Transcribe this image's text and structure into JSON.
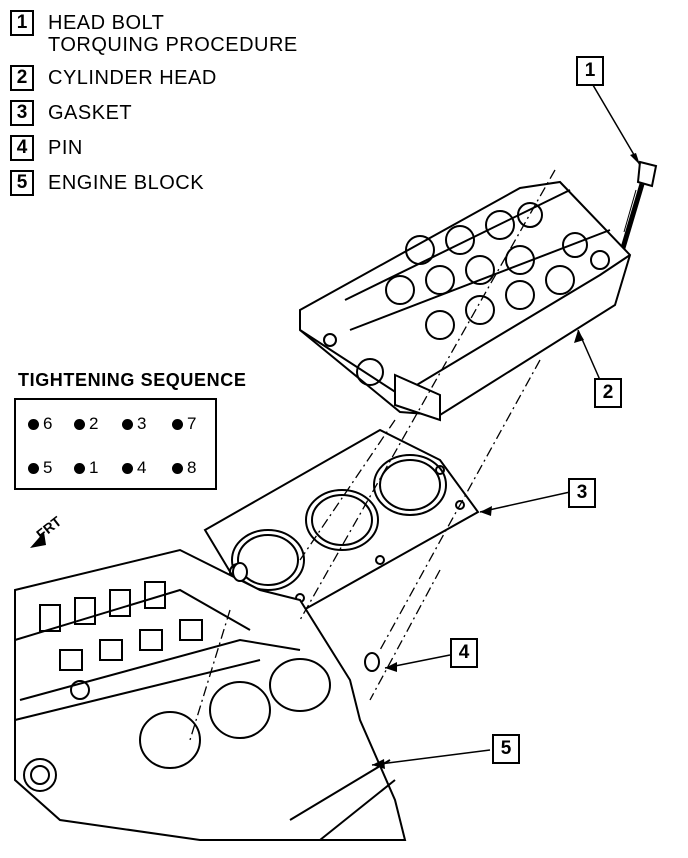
{
  "legend": [
    {
      "number": "1",
      "lines": [
        "HEAD BOLT",
        "TORQUING PROCEDURE"
      ]
    },
    {
      "number": "2",
      "lines": [
        "CYLINDER HEAD"
      ]
    },
    {
      "number": "3",
      "lines": [
        "GASKET"
      ]
    },
    {
      "number": "4",
      "lines": [
        "PIN"
      ]
    },
    {
      "number": "5",
      "lines": [
        "ENGINE BLOCK"
      ]
    }
  ],
  "sequence": {
    "title": "TIGHTENING SEQUENCE",
    "top_row": [
      "6",
      "2",
      "3",
      "7"
    ],
    "bottom_row": [
      "5",
      "1",
      "4",
      "8"
    ]
  },
  "callouts": [
    "1",
    "2",
    "3",
    "4",
    "5"
  ],
  "front_label": "FRT"
}
